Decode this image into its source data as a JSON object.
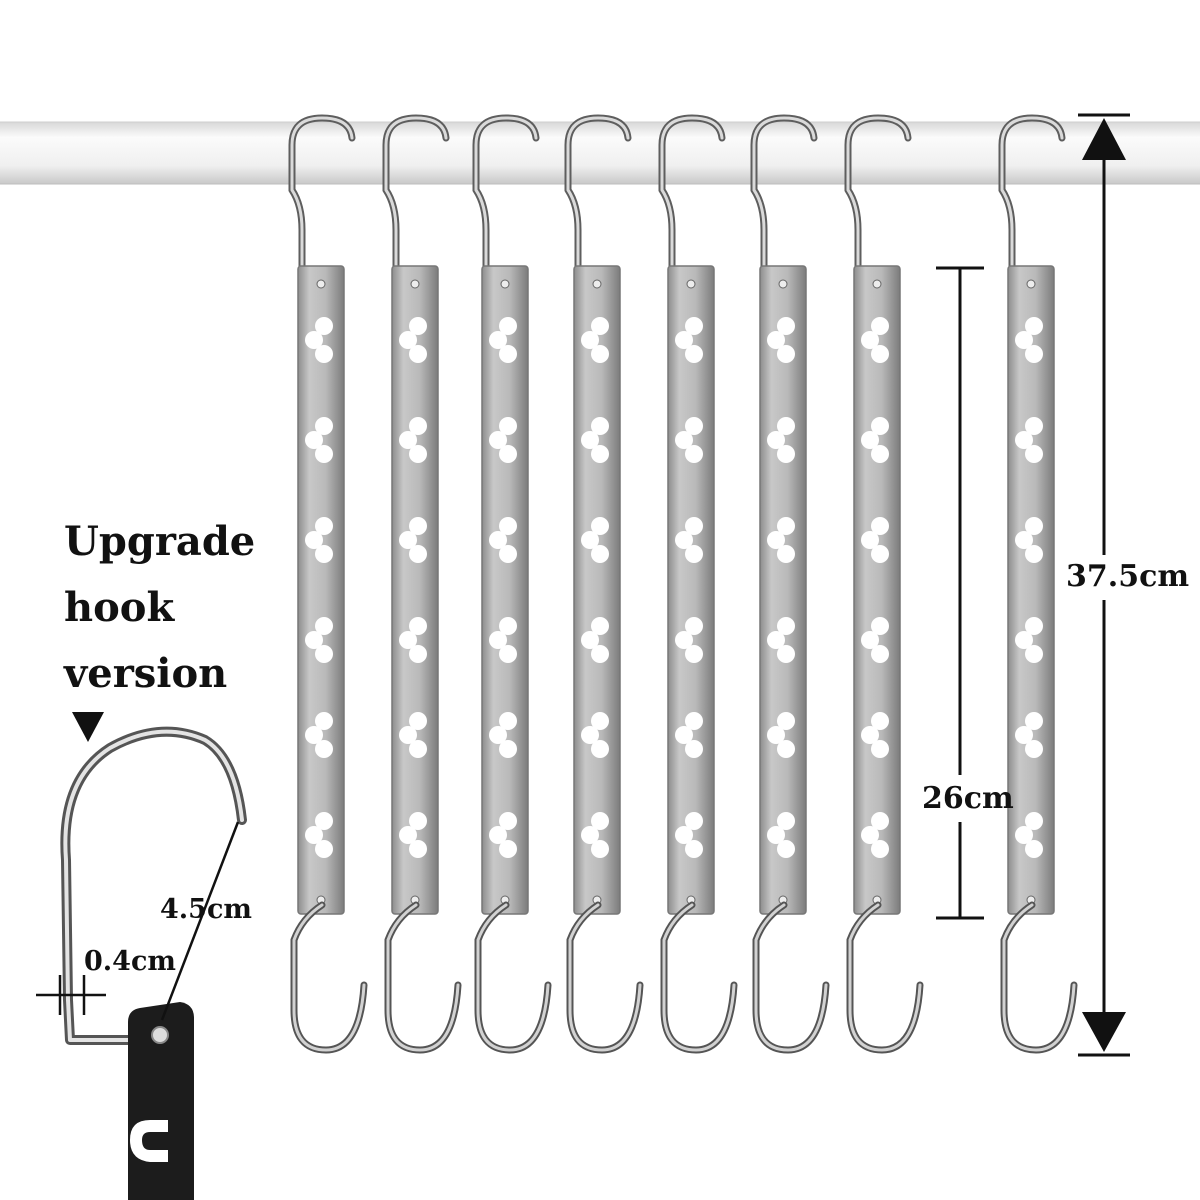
{
  "image": {
    "description_labels": {
      "upgrade_line1": "Upgrade",
      "upgrade_line2": "hook",
      "upgrade_line3": "version"
    },
    "dimensions": {
      "total_length": "37.5cm",
      "bar_length": "26cm",
      "hook_opening": "4.5cm",
      "wire_thickness": "0.4cm"
    },
    "colors": {
      "rod": "#f2f2f2",
      "metal": "#b4b4b4",
      "metal_dark": "#6e6e6e",
      "dimension_lines": "#111111",
      "detail_plate": "#1c1c1c"
    },
    "hanger_count": 8
  }
}
